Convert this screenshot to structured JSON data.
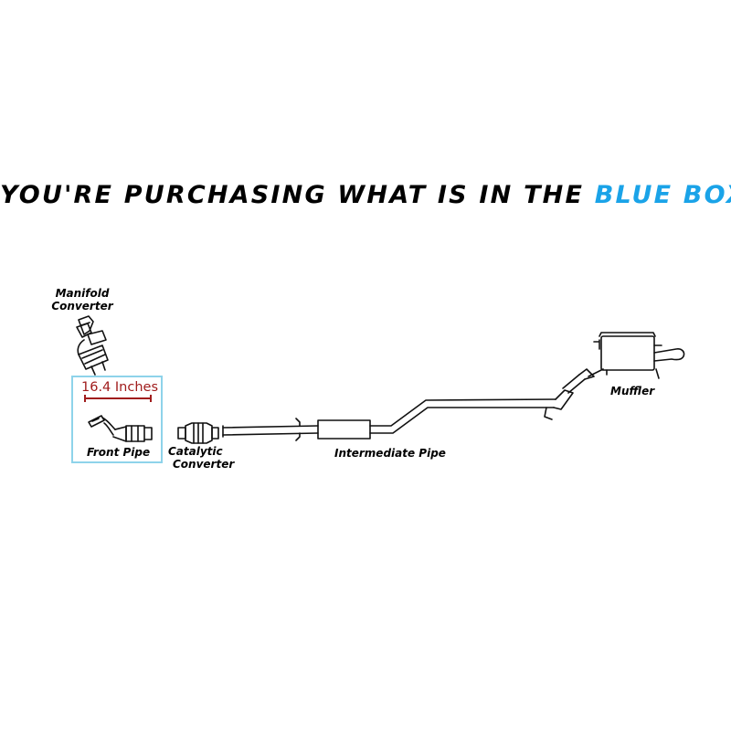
{
  "headline": {
    "main": "YOU'RE PURCHASING WHAT IS IN THE ",
    "accent": "BLUE BOX",
    "accent_color": "#1aa3e8"
  },
  "measurement": {
    "value": "16.4 Inches",
    "color": "#a01c1c"
  },
  "highlight_box_color": "#8ed3ea",
  "parts": {
    "manifold_converter": {
      "line1": "Manifold",
      "line2": "Converter"
    },
    "front_pipe": "Front Pipe",
    "catalytic_converter": {
      "line1": "Catalytic",
      "line2": "Converter"
    },
    "intermediate_pipe": "Intermediate Pipe",
    "muffler": "Muffler"
  }
}
